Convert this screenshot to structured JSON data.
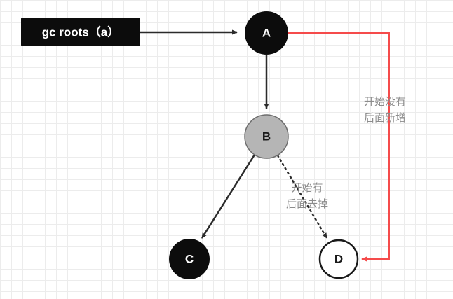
{
  "canvas": {
    "background": "#ffffff",
    "grid_color": "#ececec"
  },
  "colors": {
    "edge": "#2b2b2b",
    "red_edge": "#f54b4b",
    "annotation": "#8c8c8c",
    "node_black_fill": "#0c0c0c",
    "node_black_text": "#ffffff",
    "node_gray_fill": "#b5b5b5",
    "node_gray_stroke": "#6e6e6e",
    "node_white_fill": "#ffffff",
    "node_white_stroke": "#1a1a1a",
    "root_box_fill": "#0c0c0c",
    "root_box_text": "#ffffff"
  },
  "root_box": {
    "label": "gc roots（a）"
  },
  "nodes": {
    "a": {
      "label": "A"
    },
    "b": {
      "label": "B"
    },
    "c": {
      "label": "C"
    },
    "d": {
      "label": "D"
    }
  },
  "annotations": {
    "red_edge_label": [
      "开始没有",
      "后面新增"
    ],
    "dotted_edge_label": [
      "开始有",
      "后面去掉"
    ]
  }
}
